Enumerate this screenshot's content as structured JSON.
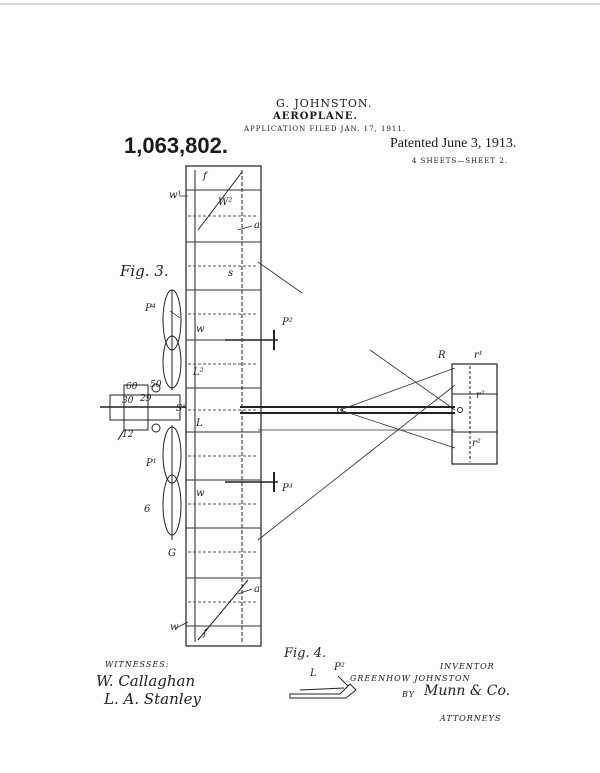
{
  "header": {
    "inventor_name": "G. JOHNSTON.",
    "title": "AEROPLANE.",
    "application": "APPLICATION FILED JAN. 17, 1911.",
    "patent_number": "1,063,802.",
    "patented": "Patented June 3, 1913.",
    "sheets": "4 SHEETS—SHEET 2."
  },
  "figures": {
    "fig3": "Fig. 3.",
    "fig4": "Fig. 4."
  },
  "labels": {
    "f": "f",
    "w1": "w¹",
    "w2": "W²",
    "a": "a",
    "s": "s",
    "p4": "P⁴",
    "w": "w",
    "p2": "P²",
    "r": "R",
    "r1": "r¹",
    "l2": "L²",
    "c60": "60",
    "c50": "50",
    "c30": "30",
    "c29": "29",
    "s1": "S¹",
    "l": "L",
    "c12": "12",
    "r2": "r²",
    "p1": "P¹",
    "p3": "P³",
    "c6": "6",
    "g": "G",
    "l_fig4": "L",
    "p_fig4": "P²"
  },
  "footer": {
    "witnesses": "WITNESSES:",
    "witness1": "W. Callaghan",
    "witness2": "L. A. Stanley",
    "inventor_label": "INVENTOR",
    "inventor": "GREENHOW JOHNSTON",
    "by": "BY",
    "agent": "Munn & Co.",
    "attorneys": "ATTORNEYS"
  }
}
